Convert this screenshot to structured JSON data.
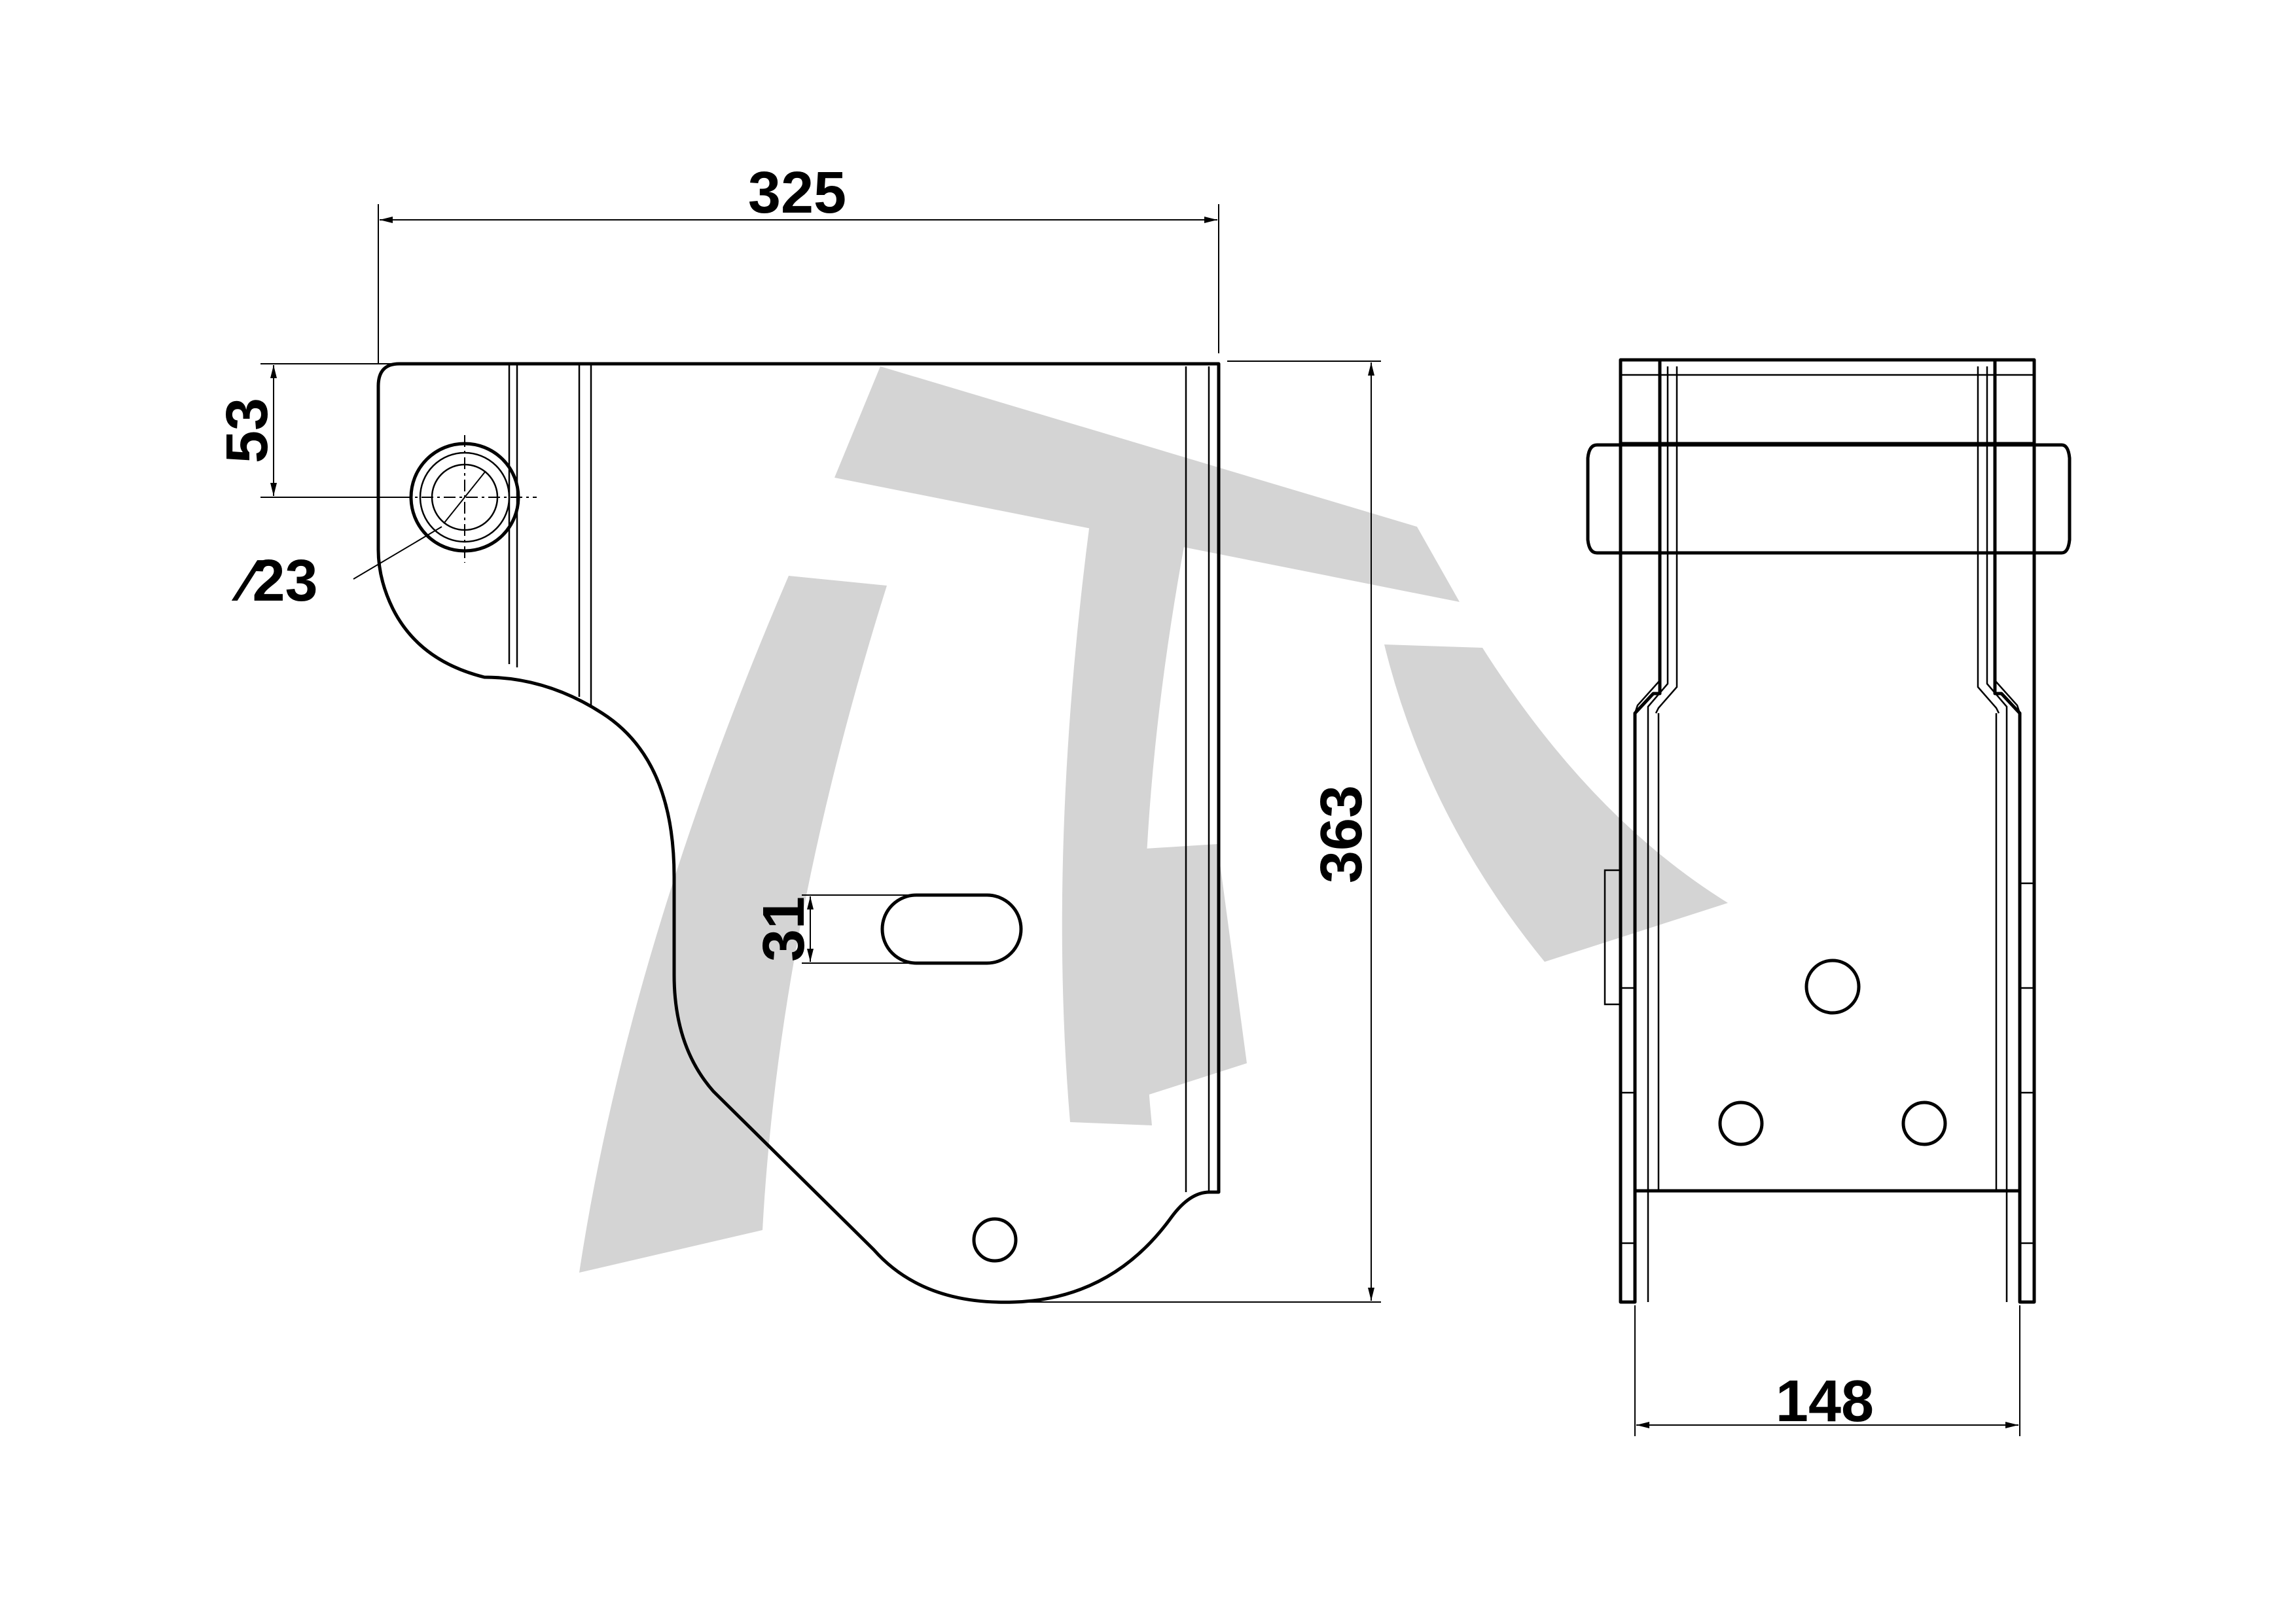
{
  "drawing": {
    "dimensions": {
      "overall_width": "325",
      "overall_height": "363",
      "pin_center_offset": "53",
      "pin_diameter": "∕23",
      "slot_width": "31",
      "side_width": "148"
    },
    "watermark": "logo-watermark"
  }
}
